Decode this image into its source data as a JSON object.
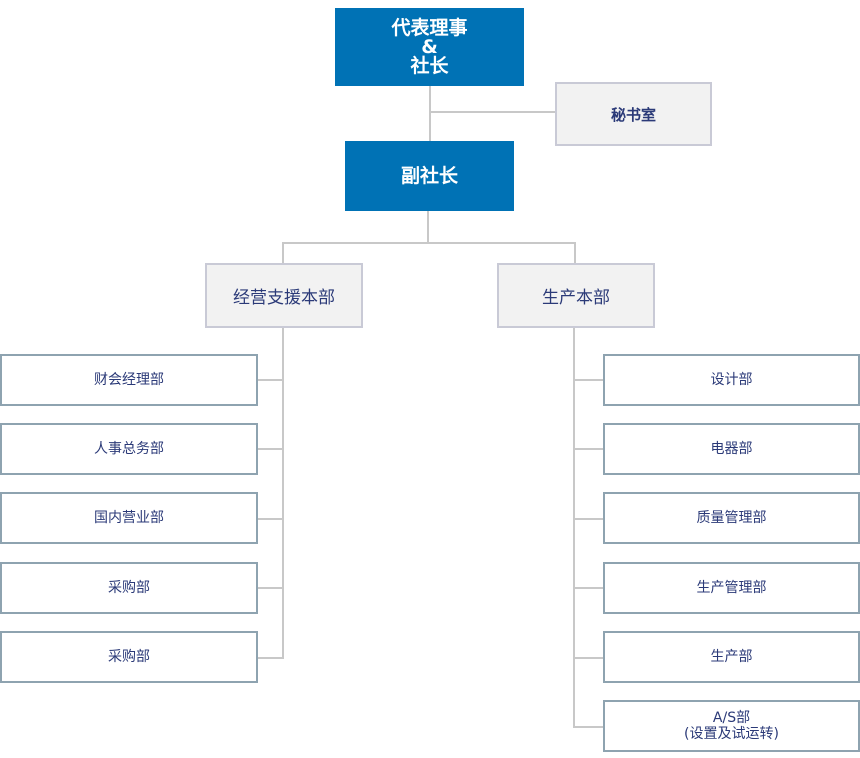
{
  "top": {
    "line1": "代表理事",
    "line2": "&",
    "line3": "社长"
  },
  "secretary": "秘书室",
  "vice": "副社长",
  "left_hq": {
    "label": "经营支援本部",
    "departments": [
      "财会经理部",
      "人事总务部",
      "国内营业部",
      "采购部",
      "采购部"
    ]
  },
  "right_hq": {
    "label": "生产本部",
    "departments": [
      "设计部",
      "电器部",
      "质量管理部",
      "生产管理部",
      "生产部"
    ],
    "as_dept": {
      "line1": "A/S部",
      "line2": "(设置及试运转)"
    }
  }
}
